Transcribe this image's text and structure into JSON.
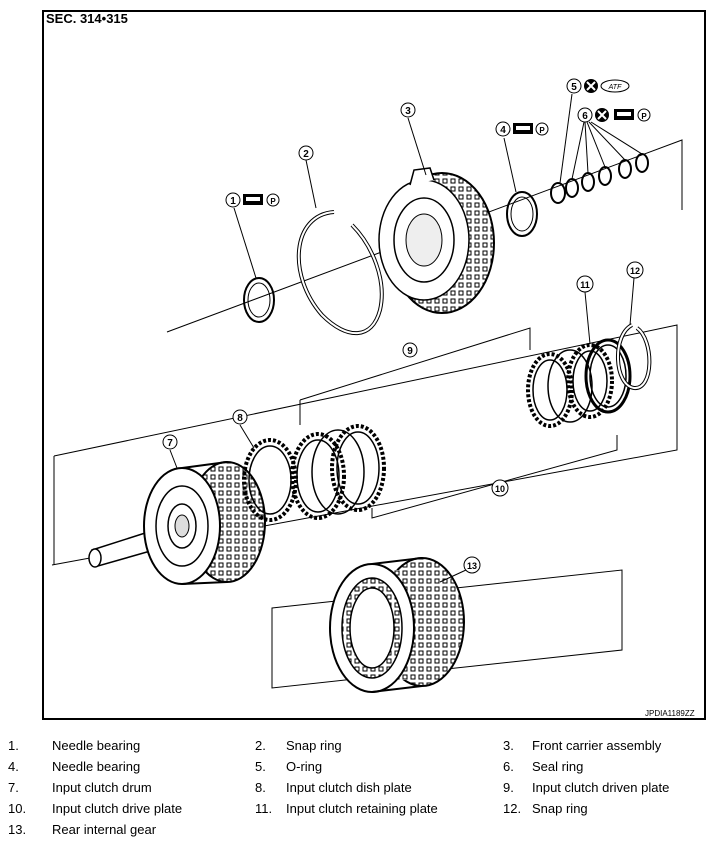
{
  "section_title": "SEC. 314•315",
  "diagram_code": "JPDIA1189ZZ",
  "markers": {
    "atf": "ATF",
    "p": "P"
  },
  "callouts": [
    "1",
    "2",
    "3",
    "4",
    "5",
    "6",
    "7",
    "8",
    "9",
    "10",
    "11",
    "12",
    "13"
  ],
  "legend": [
    {
      "num": "1.",
      "label": "Needle bearing"
    },
    {
      "num": "2.",
      "label": "Snap ring"
    },
    {
      "num": "3.",
      "label": "Front carrier assembly"
    },
    {
      "num": "4.",
      "label": "Needle bearing"
    },
    {
      "num": "5.",
      "label": "O-ring"
    },
    {
      "num": "6.",
      "label": "Seal ring"
    },
    {
      "num": "7.",
      "label": "Input clutch drum"
    },
    {
      "num": "8.",
      "label": "Input clutch dish plate"
    },
    {
      "num": "9.",
      "label": "Input clutch driven plate"
    },
    {
      "num": "10.",
      "label": "Input clutch drive plate"
    },
    {
      "num": "11.",
      "label": "Input clutch retaining plate"
    },
    {
      "num": "12.",
      "label": "Snap ring"
    },
    {
      "num": "13.",
      "label": "Rear internal gear"
    }
  ]
}
